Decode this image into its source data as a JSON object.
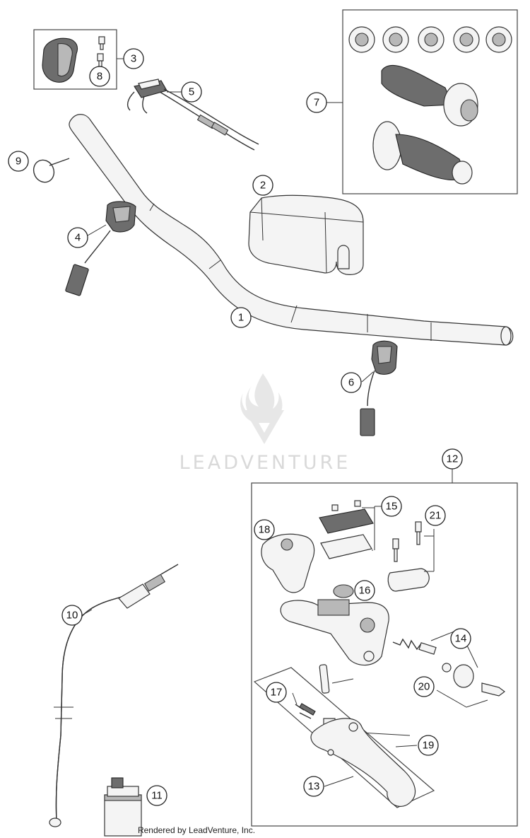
{
  "callouts": [
    "1",
    "2",
    "3",
    "4",
    "5",
    "6",
    "7",
    "8",
    "9",
    "10",
    "11",
    "12",
    "13",
    "14",
    "15",
    "16",
    "17",
    "18",
    "19",
    "20",
    "21"
  ],
  "watermark": {
    "text": "LEADVENTURE"
  },
  "footer": {
    "text": "Rendered by LeadVenture, Inc."
  }
}
